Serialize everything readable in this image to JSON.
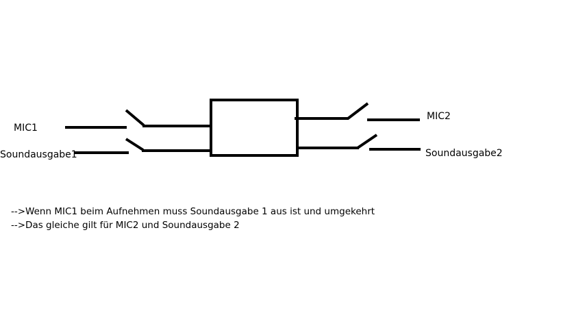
{
  "labels": {
    "mic1": "MIC1",
    "sound1": "Soundausgabe1",
    "mic2": "MIC2",
    "sound2": "Soundausgabe2"
  },
  "notes": [
    "-->Wenn MIC1 beim Aufnehmen muss Soundausgabe 1 aus ist und umgekehrt",
    "-->Das gleiche gilt für MIC2 und Soundausgabe 2"
  ],
  "colors": {
    "stroke": "#000000",
    "background": "#ffffff"
  }
}
